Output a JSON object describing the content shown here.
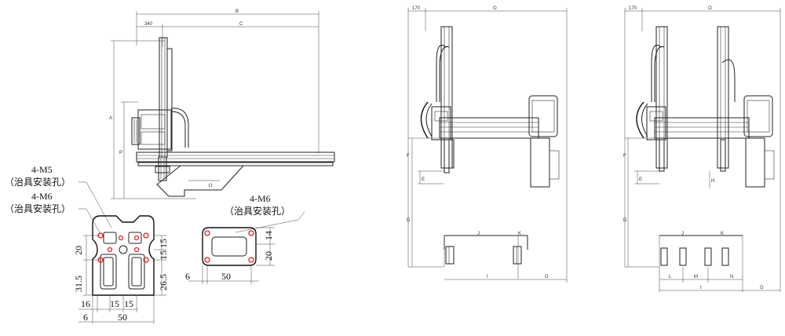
{
  "views": {
    "side": {
      "dim_top": "B",
      "dim_left": "340",
      "dim_c": "C",
      "dim_a": "A",
      "dim_p": "P"
    },
    "front1": {
      "dim_top_small": "170",
      "dim_top": "O",
      "dims": [
        "E",
        "F",
        "D",
        "J",
        "K",
        "I",
        "G"
      ]
    },
    "front2": {
      "dim_top_small": "170",
      "dim_top": "O",
      "dims": [
        "E",
        "F",
        "H",
        "D",
        "J",
        "K",
        "L",
        "M",
        "N",
        "I",
        "G"
      ]
    }
  },
  "fixture_plate": {
    "label1": "4-M5",
    "label1b": "（治具安装孔）",
    "label2": "4-M6",
    "label2b": "（治具安装孔）",
    "dims": {
      "d20": "20",
      "d31_5": "31.5",
      "d15a": "15",
      "d15b": "15",
      "d26_5": "26.5",
      "d16": "16",
      "d15c": "15",
      "d15d": "15",
      "d6": "6",
      "d50": "50"
    }
  },
  "fixture_small": {
    "label": "4-M6",
    "labelb": "（治具安装孔）",
    "dims": {
      "d14": "14",
      "d20": "20",
      "d6": "6",
      "d50": "50"
    }
  }
}
